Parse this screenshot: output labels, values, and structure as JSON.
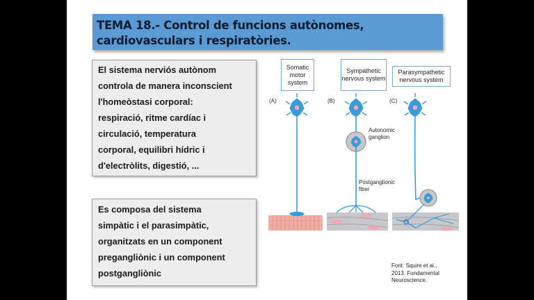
{
  "slide": {
    "title": "TEMA 18.- Control de funcions autònomes, cardiovasculars i respiratòries.",
    "box1_lines": [
      "El sistema nerviós autònom",
      "controla de manera inconscient",
      "l'homeòstasi corporal:",
      "respiració, ritme cardíac i",
      "circulació, temperatura",
      "corporal, equilibri hídric i",
      "d'electròlits, digestió, ..."
    ],
    "box2_lines": [
      "Es composa del sistema",
      "simpàtic i el parasimpàtic,",
      "organitzats en un component",
      "pregangliònic i un component",
      "postgangliònic"
    ]
  },
  "diagram": {
    "somatic_label": "Somatic motor system",
    "sympathetic_label": "Sympathetic nervous system",
    "parasympathetic_label": "Parasympathetic nervous system",
    "panel_a": "(A)",
    "panel_b": "(B)",
    "panel_c": "(C)",
    "ganglion_label": "Autonomic ganglion",
    "fiber_label": "Postganglionic fiber",
    "colors": {
      "neuron": "#3a9bd6",
      "muscle_striated": "#f2b0a4",
      "smooth_muscle": "#c8c8cc",
      "nucleus": "#f0a8b8"
    }
  },
  "source": {
    "line1": "Font: Squire et al.,",
    "line2": "2013. Fundamental",
    "line3": "Neuroscience."
  }
}
